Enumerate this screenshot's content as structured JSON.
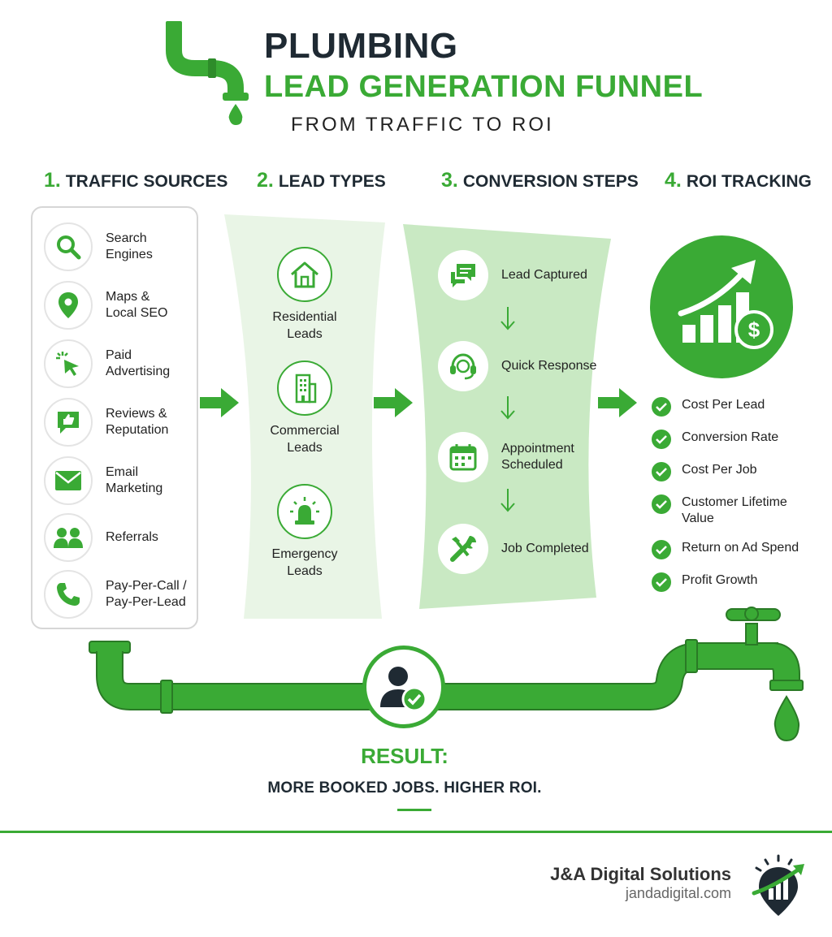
{
  "header": {
    "title_line1": "PLUMBING",
    "title_line2": "LEAD GENERATION FUNNEL",
    "subtitle": "FROM TRAFFIC TO ROI"
  },
  "columns": [
    {
      "number": "1.",
      "label": "TRAFFIC SOURCES"
    },
    {
      "number": "2.",
      "label": "LEAD TYPES"
    },
    {
      "number": "3.",
      "label": "CONVERSION STEPS"
    },
    {
      "number": "4.",
      "label": "ROI TRACKING"
    }
  ],
  "traffic_sources": [
    {
      "label": "Search\nEngines",
      "icon": "search-icon"
    },
    {
      "label": "Maps &\nLocal SEO",
      "icon": "map-pin-icon"
    },
    {
      "label": "Paid\nAdvertising",
      "icon": "cursor-click-icon"
    },
    {
      "label": "Reviews &\nReputation",
      "icon": "thumbs-up-icon"
    },
    {
      "label": "Email\nMarketing",
      "icon": "envelope-icon"
    },
    {
      "label": "Referrals",
      "icon": "people-icon"
    },
    {
      "label": "Pay-Per-Call /\nPay-Per-Lead",
      "icon": "phone-icon"
    }
  ],
  "lead_types": [
    {
      "label": "Residential\nLeads",
      "icon": "house-icon"
    },
    {
      "label": "Commercial\nLeads",
      "icon": "building-icon"
    },
    {
      "label": "Emergency\nLeads",
      "icon": "siren-icon"
    }
  ],
  "conversion_steps": [
    {
      "label": "Lead Captured",
      "icon": "chat-bubbles-icon"
    },
    {
      "label": "Quick Response",
      "icon": "headset-icon"
    },
    {
      "label": "Appointment\nScheduled",
      "icon": "calendar-icon"
    },
    {
      "label": "Job Completed",
      "icon": "wrench-icon"
    }
  ],
  "roi_metrics": [
    "Cost Per Lead",
    "Conversion Rate",
    "Cost Per Job",
    "Customer Lifetime\nValue",
    "Return on Ad Spend",
    "Profit Growth"
  ],
  "result": {
    "heading": "RESULT:",
    "text": "MORE BOOKED JOBS. HIGHER ROI."
  },
  "footer": {
    "company": "J&A Digital Solutions",
    "website": "jandadigital.com"
  },
  "colors": {
    "brand_green": "#3aaa35",
    "dark_text": "#1f2a33",
    "panel_light": "#e9f5e6",
    "panel_mid": "#c9e9c3"
  }
}
